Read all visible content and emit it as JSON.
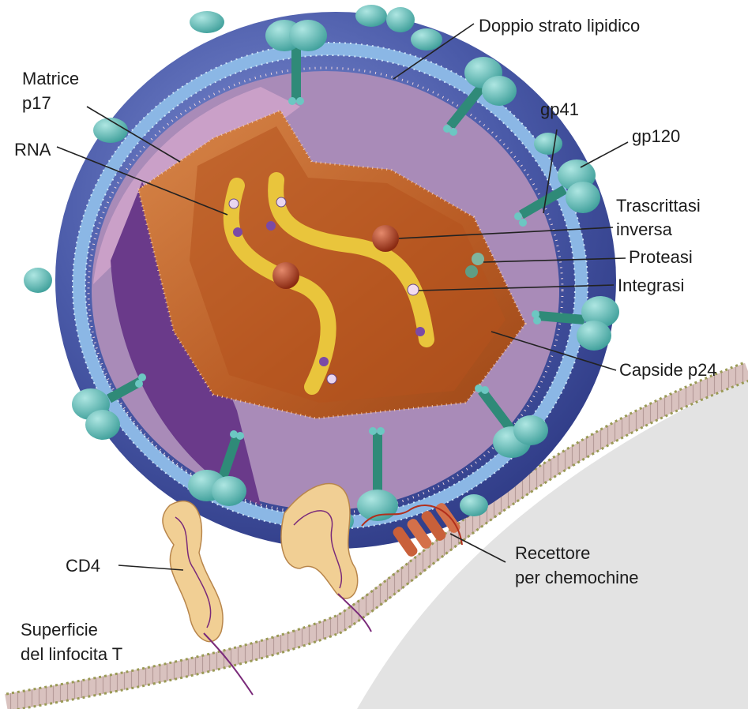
{
  "labels": {
    "lipid_bilayer": "Doppio strato lipidico",
    "matrix_line1": "Matrice",
    "matrix_line2": "p17",
    "rna": "RNA",
    "gp41": "gp41",
    "gp120": "gp120",
    "reverse_transcriptase_line1": "Trascrittasi",
    "reverse_transcriptase_line2": "inversa",
    "protease": "Proteasi",
    "integrase": "Integrasi",
    "capsid": "Capside p24",
    "cd4": "CD4",
    "chemokine_receptor_line1": "Recettore",
    "chemokine_receptor_line2": "per chemochine",
    "t_cell_surface_line1": "Superficie",
    "t_cell_surface_line2": "del linfocita T"
  },
  "colors": {
    "envelope": "#4a5aa8",
    "envelope_light": "#7f90d0",
    "matrix": "#a98bb8",
    "capsid": "#c2652a",
    "capsid_inner": "#b7531f",
    "rna": "#e9c53c",
    "glycoprotein": "#6cc7c2",
    "stalk": "#2f8a78",
    "cell_membrane": "#d9c7c0",
    "cell_interior": "#e3e3e3",
    "receptor": "#c9603a",
    "cd4": "#f1cf94"
  }
}
